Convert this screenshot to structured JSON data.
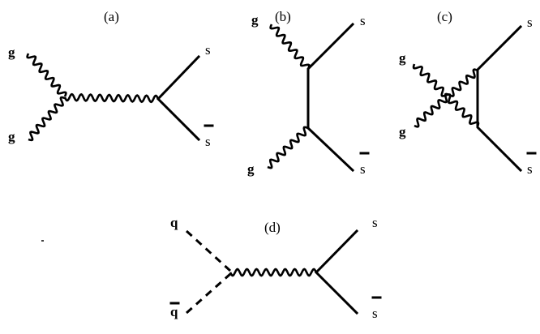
{
  "diagrams": {
    "a": {
      "label": "(a)",
      "in1": "g",
      "in2": "g",
      "out1": "s",
      "out2": "s"
    },
    "b": {
      "label": "(b)",
      "in1": "g",
      "in2": "g",
      "out1": "s",
      "out2": "s"
    },
    "c": {
      "label": "(c)",
      "in1": "g",
      "in2": "g",
      "out1": "s",
      "out2": "s"
    },
    "d": {
      "label": "(d)",
      "in1": "q",
      "in2": "q",
      "out1": "s",
      "out2": "s"
    }
  }
}
